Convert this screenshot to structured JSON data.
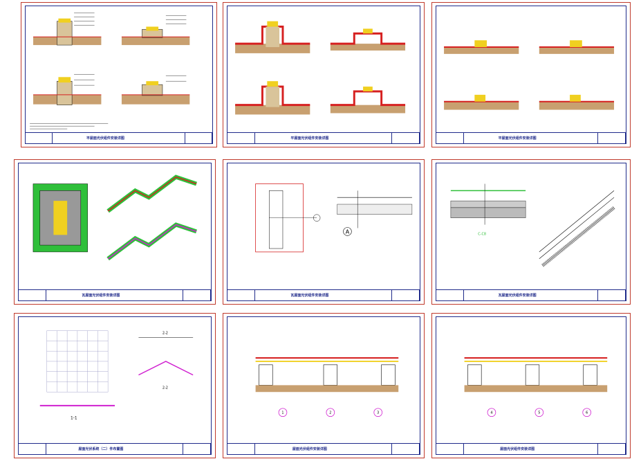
{
  "sheets": [
    {
      "id": "s1",
      "title": "平屋面光伏组件安装详图"
    },
    {
      "id": "s2",
      "title": "平屋面光伏组件安装详图"
    },
    {
      "id": "s3",
      "title": "平屋面光伏组件安装详图"
    },
    {
      "id": "s4",
      "title": "瓦屋面光伏组件安装详图"
    },
    {
      "id": "s5",
      "title": "瓦屋面光伏组件安装详图"
    },
    {
      "id": "s6",
      "title": "瓦屋面光伏组件安装详图"
    },
    {
      "id": "s7",
      "title": "屋面光伏系统（二）件布置图"
    },
    {
      "id": "s8",
      "title": "屋面光伏组件安装详图"
    },
    {
      "id": "s9",
      "title": "屋面光伏组件安装详图"
    }
  ],
  "labels": {
    "s5_circle": "A",
    "s6_detail": "C-C8",
    "s7_section_11": "1-1",
    "s7_section_22a": "2-2",
    "s7_section_22b": "2-2",
    "s8_markers": [
      "1",
      "2",
      "3"
    ],
    "s9_markers": [
      "4",
      "5",
      "6"
    ]
  },
  "colors": {
    "border": "#c0392b",
    "frame": "#1f2a8a",
    "soil": "#c8a070",
    "waterproof": "#d62020",
    "insulation": "#f0d020",
    "green": "#2fbf3a",
    "magenta": "#d020d0"
  }
}
